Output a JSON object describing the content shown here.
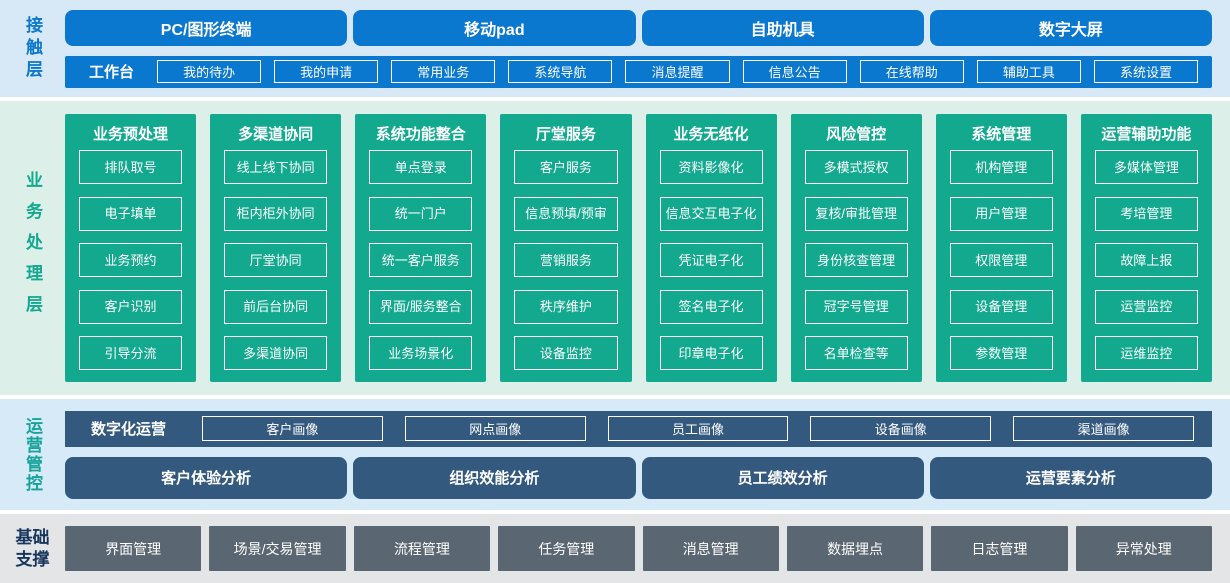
{
  "colors": {
    "blue": "#0a78cf",
    "teal": "#12a98e",
    "slate_blue": "#34597f",
    "slate_gray": "#5a6671",
    "band_blue": "#d7e9f6",
    "band_blue2": "#d6eaf7",
    "band_green": "#dcf0e9",
    "band_gray": "#e3e5e7",
    "label_blue": "#0b78cc",
    "label_teal": "#16a39a",
    "label_navy": "#17365d"
  },
  "contact": {
    "label": "接触层",
    "terminals": [
      "PC/图形终端",
      "移动pad",
      "自助机具",
      "数字大屏"
    ],
    "workbench": {
      "label": "工作台",
      "items": [
        "我的待办",
        "我的申请",
        "常用业务",
        "系统导航",
        "消息提醒",
        "信息公告",
        "在线帮助",
        "辅助工具",
        "系统设置"
      ]
    }
  },
  "business": {
    "label": "业务处理层",
    "columns": [
      {
        "title": "业务预处理",
        "items": [
          "排队取号",
          "电子填单",
          "业务预约",
          "客户识别",
          "引导分流"
        ]
      },
      {
        "title": "多渠道协同",
        "items": [
          "线上线下协同",
          "柜内柜外协同",
          "厅堂协同",
          "前后台协同",
          "多渠道协同"
        ]
      },
      {
        "title": "系统功能整合",
        "items": [
          "单点登录",
          "统一门户",
          "统一客户服务",
          "界面/服务整合",
          "业务场景化"
        ]
      },
      {
        "title": "厅堂服务",
        "items": [
          "客户服务",
          "信息预填/预审",
          "营销服务",
          "秩序维护",
          "设备监控"
        ]
      },
      {
        "title": "业务无纸化",
        "items": [
          "资料影像化",
          "信息交互电子化",
          "凭证电子化",
          "签名电子化",
          "印章电子化"
        ]
      },
      {
        "title": "风险管控",
        "items": [
          "多模式授权",
          "复核/审批管理",
          "身份核查管理",
          "冠字号管理",
          "名单检查等"
        ]
      },
      {
        "title": "系统管理",
        "items": [
          "机构管理",
          "用户管理",
          "权限管理",
          "设备管理",
          "参数管理"
        ]
      },
      {
        "title": "运营辅助功能",
        "items": [
          "多媒体管理",
          "考培管理",
          "故障上报",
          "运营监控",
          "运维监控"
        ]
      }
    ]
  },
  "operations": {
    "label": "运营管控",
    "digital": {
      "label": "数字化运营",
      "items": [
        "客户画像",
        "网点画像",
        "员工画像",
        "设备画像",
        "渠道画像"
      ]
    },
    "analysis": [
      "客户体验分析",
      "组织效能分析",
      "员工绩效分析",
      "运营要素分析"
    ]
  },
  "foundation": {
    "label": "基础支撑",
    "items": [
      "界面管理",
      "场景/交易管理",
      "流程管理",
      "任务管理",
      "消息管理",
      "数据埋点",
      "日志管理",
      "异常处理"
    ]
  }
}
